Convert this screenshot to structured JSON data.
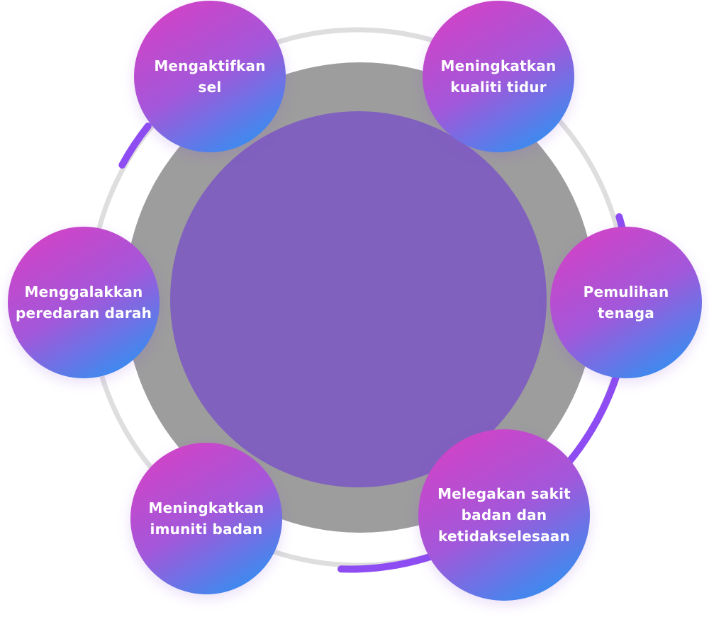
{
  "colors": {
    "track": "#dedede",
    "accent_arc": "#8e4df2",
    "outer_disc": "#9d9d9d",
    "inner_disc": "#8161be",
    "node_gradient_start": "#dc3ec2",
    "node_gradient_end": "#1b9bf6",
    "text": "#ffffff"
  },
  "nodes": [
    {
      "label": "Mengaktifkan\nsel"
    },
    {
      "label": "Meningkatkan\nkualiti tidur"
    },
    {
      "label": "Menggalakkan\nperedaran darah"
    },
    {
      "label": "Pemulihan\ntenaga"
    },
    {
      "label": "Meningkatkan\nimuniti badan"
    },
    {
      "label": "Melegakan sakit\nbadan dan\nketidakselesaan"
    }
  ]
}
